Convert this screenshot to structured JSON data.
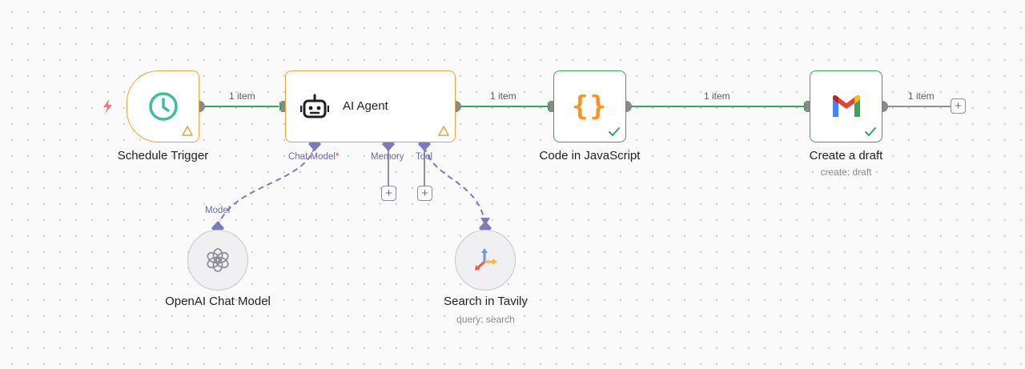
{
  "canvas": {
    "accent_colors": {
      "connection_main": "#35a55b",
      "connection_sub": "#7b7bb8",
      "warning": "#e8a33d",
      "success": "#35a55b",
      "trigger_bolt": "#f07a7a"
    }
  },
  "nodes": {
    "schedule_trigger": {
      "title": "Schedule Trigger",
      "icon": "clock-icon",
      "status": "warning"
    },
    "ai_agent": {
      "title": "AI Agent",
      "icon": "robot-icon",
      "status": "warning",
      "ports": {
        "chat_model": "Chat Model",
        "chat_model_required": "*",
        "memory": "Memory",
        "tool": "Tool"
      }
    },
    "code_js": {
      "title": "Code in JavaScript",
      "icon": "code-braces-icon",
      "status": "success"
    },
    "gmail": {
      "title": "Create a draft",
      "subtitle": "create: draft",
      "icon": "gmail-icon",
      "status": "success"
    },
    "openai_model": {
      "title": "OpenAI Chat Model",
      "icon": "openai-icon",
      "port_label": "Model"
    },
    "tavily": {
      "title": "Search in Tavily",
      "subtitle": "query: search",
      "icon": "tavily-icon"
    }
  },
  "connections": {
    "trigger_to_agent": "1 item",
    "agent_to_code": "1 item",
    "code_to_gmail": "1 item",
    "gmail_out": "1 item"
  },
  "add_buttons": {
    "symbol": "+"
  }
}
